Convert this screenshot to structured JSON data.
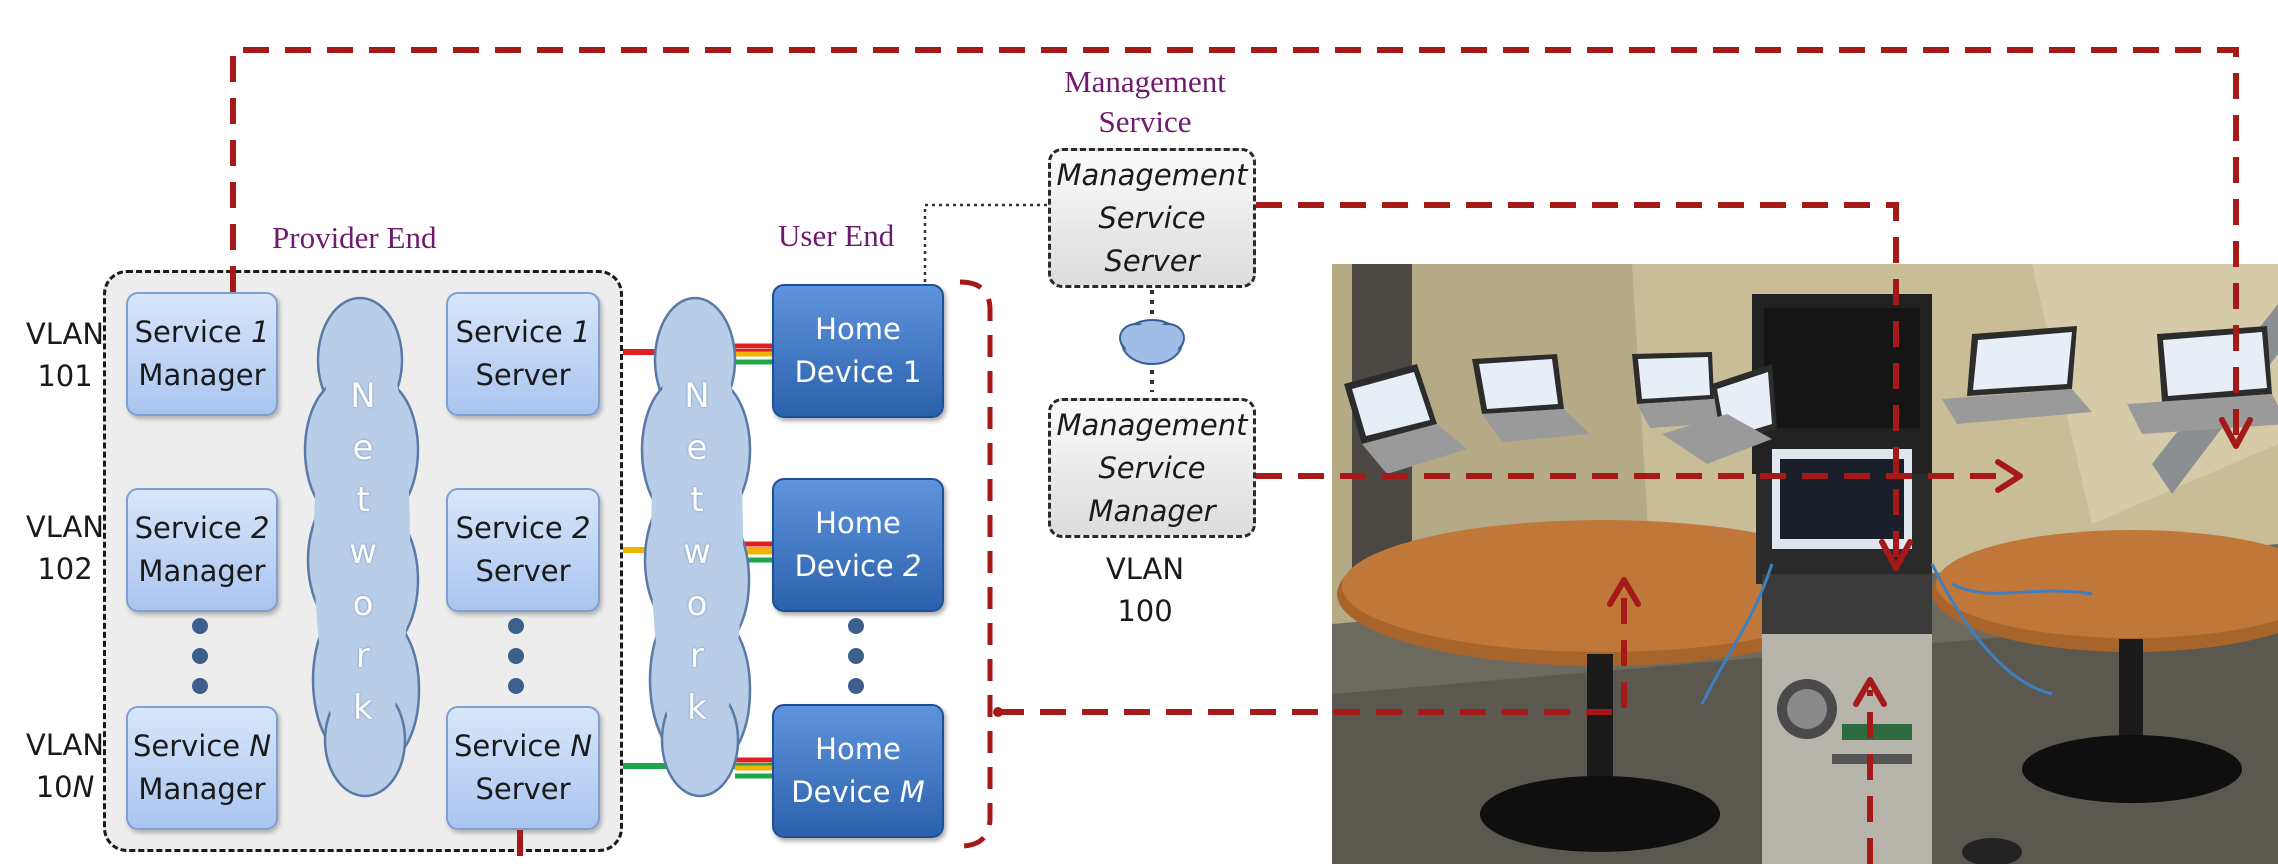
{
  "labels": {
    "provider_end": "Provider End",
    "user_end": "User End",
    "management_service_title": "Management\nService"
  },
  "vlans": [
    {
      "line1": "VLAN",
      "line2": "101"
    },
    {
      "line1": "VLAN",
      "line2": "102"
    },
    {
      "line1": "VLAN",
      "line2": "10N"
    }
  ],
  "vlan_mgmt": {
    "line1": "VLAN",
    "line2": "100"
  },
  "service_managers": [
    {
      "word1": "Service",
      "idx": "1",
      "word2": "Manager"
    },
    {
      "word1": "Service",
      "idx": "2",
      "word2": "Manager"
    },
    {
      "word1": "Service",
      "idx": "N",
      "word2": "Manager"
    }
  ],
  "service_servers": [
    {
      "word1": "Service",
      "idx": "1",
      "word2": "Server"
    },
    {
      "word1": "Service",
      "idx": "2",
      "word2": "Server"
    },
    {
      "word1": "Service",
      "idx": "N",
      "word2": "Server"
    }
  ],
  "home_devices": [
    {
      "word1": "Home",
      "word2": "Device",
      "idx": "1"
    },
    {
      "word1": "Home",
      "word2": "Device",
      "idx": "2"
    },
    {
      "word1": "Home",
      "word2": "Device",
      "idx": "M"
    }
  ],
  "network_word": "Network",
  "management": {
    "server": [
      "Management",
      "Service",
      "Server"
    ],
    "manager": [
      "Management",
      "Service",
      "Manager"
    ]
  },
  "colors": {
    "vlan101": "#e02020",
    "vlan102": "#f0b400",
    "vlan10N": "#1fa64a",
    "dashed_path": "#a51919",
    "light_node": "#b9d1f3",
    "dark_node": "#3a72c0",
    "label_purple": "#6e1a6e"
  }
}
